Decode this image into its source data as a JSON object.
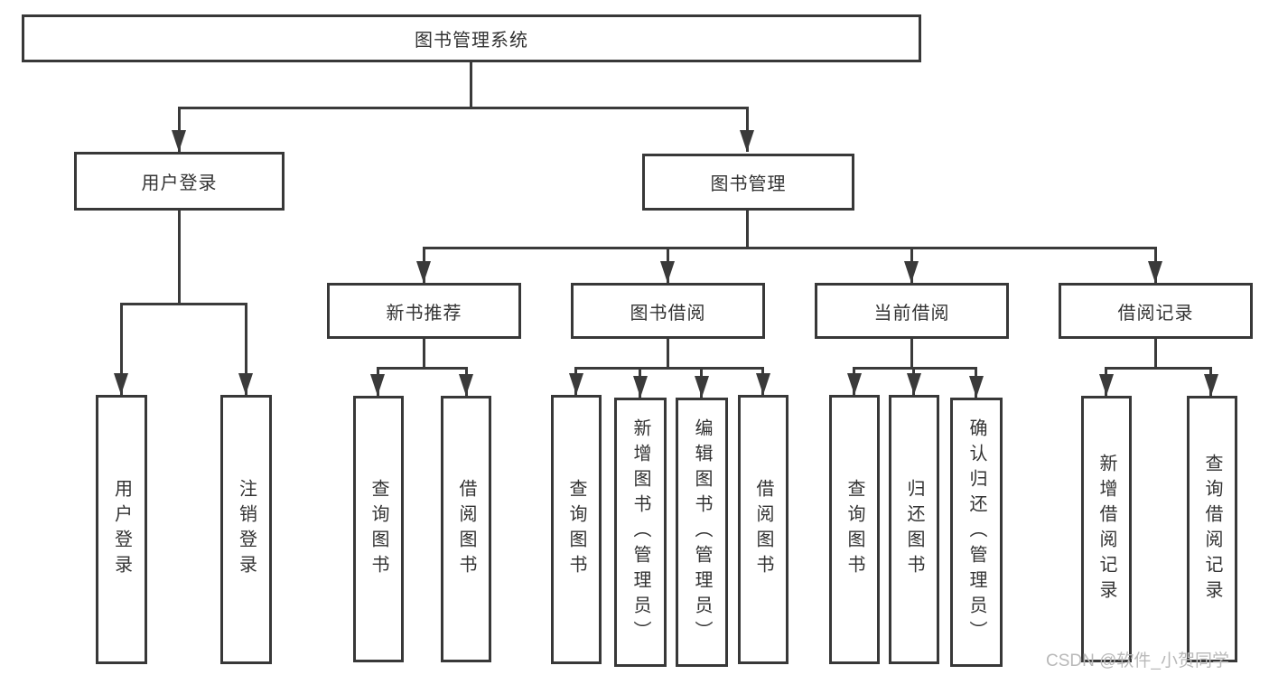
{
  "colors": {
    "line": "#3a3a3a",
    "box_border": "#383838",
    "text": "#333333",
    "background": "#ffffff",
    "watermark": "#b9b9b9"
  },
  "nodes": {
    "root": {
      "label": "图书管理系统"
    },
    "user_login": {
      "label": "用户登录"
    },
    "book_mgmt": {
      "label": "图书管理"
    },
    "new_book_rec": {
      "label": "新书推荐"
    },
    "book_borrow": {
      "label": "图书借阅"
    },
    "current_borrow": {
      "label": "当前借阅"
    },
    "borrow_records": {
      "label": "借阅记录"
    },
    "leaf_user_login": {
      "label": "用户登录"
    },
    "leaf_logout": {
      "label": "注销登录"
    },
    "rec_query_books": {
      "label": "查询图书"
    },
    "rec_borrow_books": {
      "label": "借阅图书"
    },
    "bor_query_books": {
      "label": "查询图书"
    },
    "bor_add_books": {
      "label": "新增图书（管理员）"
    },
    "bor_edit_books": {
      "label": "编辑图书（管理员）"
    },
    "bor_borrow_books": {
      "label": "借阅图书"
    },
    "cur_query_books": {
      "label": "查询图书"
    },
    "cur_return_books": {
      "label": "归还图书"
    },
    "cur_confirm_return": {
      "label": "确认归还（管理员）"
    },
    "rcd_add_record": {
      "label": "新增借阅记录"
    },
    "rcd_query_record": {
      "label": "查询借阅记录"
    }
  },
  "watermark": "CSDN @软件_小贺同学"
}
